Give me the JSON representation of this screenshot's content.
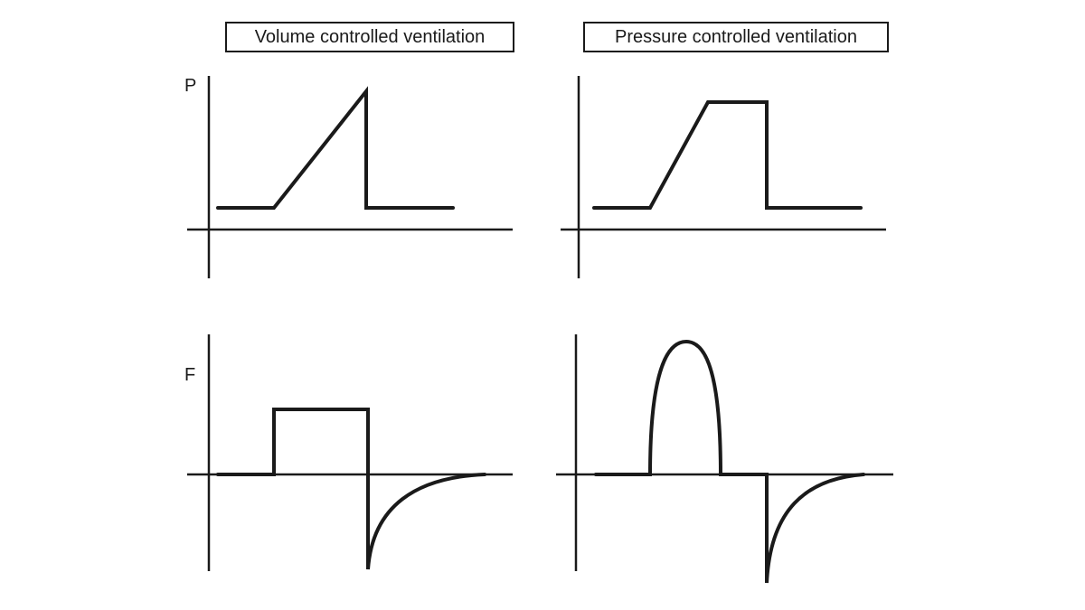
{
  "titles": {
    "volume": "Volume controlled ventilation",
    "pressure": "Pressure controlled ventilation"
  },
  "axis_labels": {
    "pressure": "P",
    "flow": "F"
  },
  "colors": {
    "line": "#1a1a1a",
    "background": "#ffffff"
  }
}
